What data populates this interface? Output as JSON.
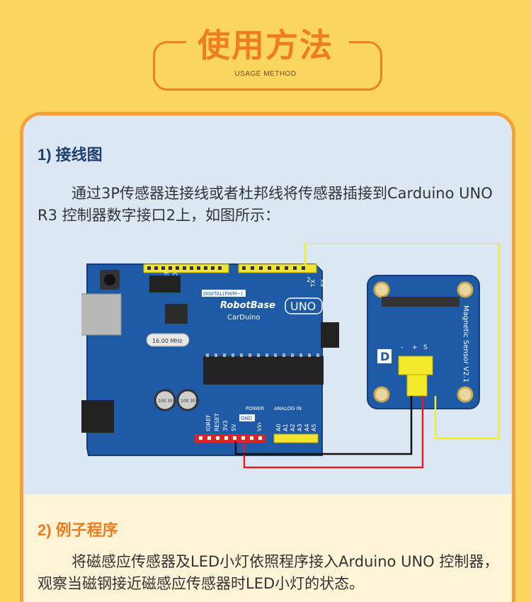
{
  "header": {
    "title": "使用方法",
    "subtitle": "USAGE METHOD"
  },
  "section1": {
    "title": "1) 接线图",
    "paragraph": "通过3P传感器连接线或者杜邦线将传感器插接到Carduino UNO R3 控制器数字接口2上，如图所示："
  },
  "board": {
    "brand": "RobotBase",
    "name": "CarDuino",
    "model": "UNO",
    "crystal": "16.00 MHz",
    "digital_label": "DIGITAL(PWM~)",
    "power_label": "POWER",
    "analog_label": "ANALOG IN",
    "pin_aref": "AREF",
    "pin_gnd_top": "GND",
    "pins_power": [
      "IOREF",
      "RESET",
      "3V3",
      "5V",
      "GND",
      "Vin"
    ],
    "pins_analog": [
      "A0",
      "A1",
      "A2",
      "A3",
      "A4",
      "A5"
    ],
    "pin_2": "2",
    "pin_tx": "TX",
    "pin_rx": "RX",
    "cap_1": "100 35V",
    "cap_2": "100 35V"
  },
  "sensor": {
    "name": "Magnetic Sensor V2.1",
    "pins": [
      "-",
      "+",
      "S"
    ],
    "logo": "D"
  },
  "section2": {
    "title": "2) 例子程序",
    "paragraph": "将磁感应传感器及LED小灯依照程序接入Arduino UNO 控制器，观察当磁钢接近磁感应传感器时LED小灯的状态。"
  },
  "colors": {
    "background": "#fbd65e",
    "accent": "#ef7d1f",
    "card_border": "#f4a13d",
    "board": "#1f5aa6",
    "wire_signal": "#f2ec2e",
    "wire_vcc": "#e02020",
    "wire_gnd": "#111111"
  }
}
